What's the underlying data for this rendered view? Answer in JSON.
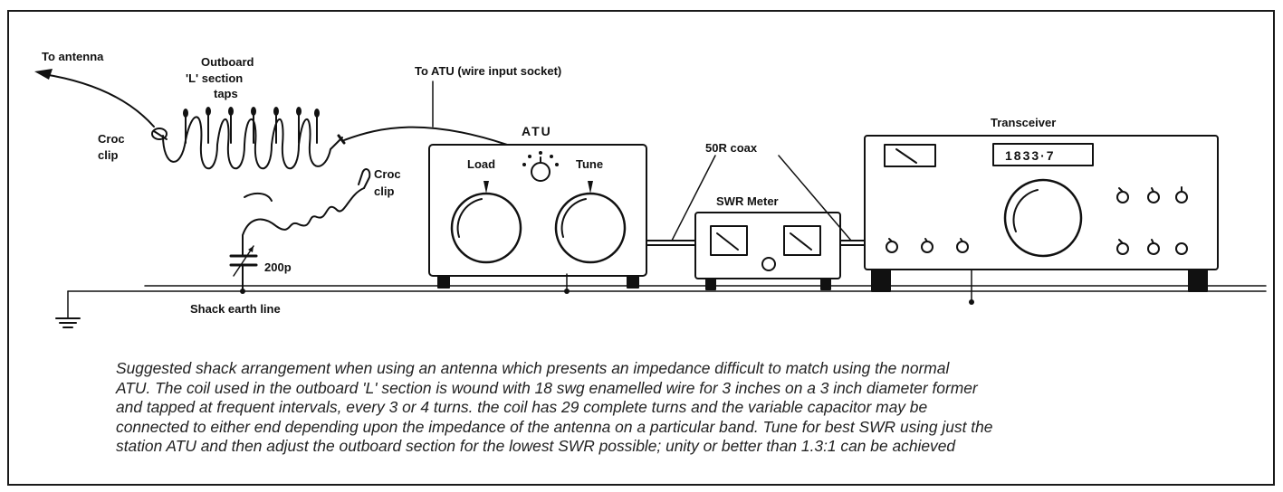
{
  "labels": {
    "to_antenna": "To antenna",
    "outboard_1": "Outboard",
    "outboard_2": "'L' section",
    "outboard_3": "taps",
    "to_atu": "To ATU (wire input socket)",
    "croc_left_1": "Croc",
    "croc_left_2": "clip",
    "croc_right_1": "Croc",
    "croc_right_2": "clip",
    "atu": "ATU",
    "load": "Load",
    "tune": "Tune",
    "coax": "50R coax",
    "swr_meter": "SWR Meter",
    "transceiver": "Transceiver",
    "frequency": "1833·7",
    "capacitor": "200p",
    "earth_line": "Shack earth line"
  },
  "caption_lines": [
    "Suggested shack arrangement when using an antenna which presents an impedance difficult to match using the normal",
    "ATU. The coil used in the outboard 'L' section is wound with 18 swg enamelled wire for 3 inches on a 3 inch diameter former",
    "and tapped at frequent intervals, every 3 or 4 turns. the coil has 29 complete turns and the variable capacitor may be",
    "connected to either end depending upon the impedance of the antenna on a particular band. Tune for best SWR using just the",
    "station ATU and then adjust the outboard section for the lowest SWR possible; unity or better than 1.3:1 can be achieved"
  ],
  "colors": {
    "ink": "#111111",
    "background": "#ffffff"
  }
}
